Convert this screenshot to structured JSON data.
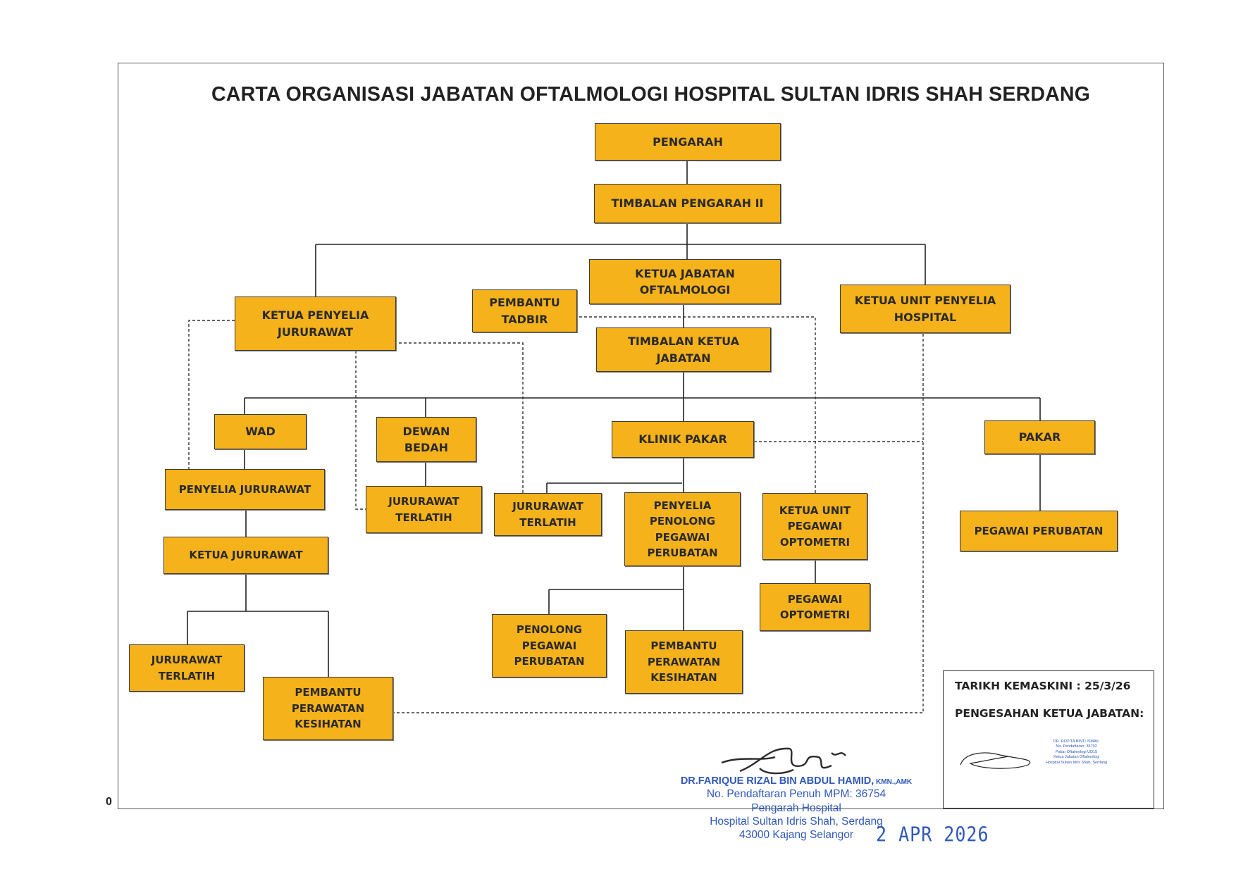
{
  "title": "CARTA ORGANISASI JABATAN OFTALMOLOGI HOSPITAL SULTAN IDRIS SHAH SERDANG",
  "nodes": {
    "pengarah": "PENGARAH",
    "timbalan_pengarah": "TIMBALAN PENGARAH II",
    "ketua_jabatan": "KETUA JABATAN\nOFTALMOLOGI",
    "ketua_penyelia_jururawat": "KETUA PENYELIA\nJURURAWAT",
    "pembantu_tadbir": "PEMBANTU\nTADBIR",
    "ketua_unit_penyelia_hospital": "KETUA UNIT PENYELIA\nHOSPITAL",
    "timbalan_ketua_jabatan": "TIMBALAN KETUA\nJABATAN",
    "wad": "WAD",
    "dewan_bedah": "DEWAN\nBEDAH",
    "klinik_pakar": "KLINIK PAKAR",
    "pakar": "PAKAR",
    "penyelia_jururawat": "PENYELIA JURURAWAT",
    "jururawat_terlatih_db": "JURURAWAT\nTERLATIH",
    "jururawat_terlatih_kp": "JURURAWAT\nTERLATIH",
    "penyelia_penolong_pegawai_perubatan": "PENYELIA\nPENOLONG\nPEGAWAI\nPERUBATAN",
    "ketua_unit_pegawai_optometri": "KETUA UNIT\nPEGAWAI\nOPTOMETRI",
    "pegawai_perubatan": "PEGAWAI PERUBATAN",
    "ketua_jururawat": "KETUA JURURAWAT",
    "pegawai_optometri": "PEGAWAI\nOPTOMETRI",
    "jururawat_terlatih_wad": "JURURAWAT\nTERLATIH",
    "penolong_pegawai_perubatan": "PENOLONG\nPEGAWAI\nPERUBATAN",
    "pembantu_perawatan_kp": "PEMBANTU\nPERAWATAN\nKESIHATAN",
    "pembantu_perawatan_wad": "PEMBANTU\nPERAWATAN\nKESIHATAN"
  },
  "info": {
    "updated": "TARIKH KEMASKINI : 25/3/26",
    "approval": "PENGESAHAN KETUA JABATAN:",
    "hod_stamp": "DR. ROZITA BINTI ISMAIL\nNo. Pendaftaran: 35702\nPakar Oftalmologi UD15\nKetua Jabatan Oftalmologi\nHospital Sultan Idris Shah, Serdang"
  },
  "director_stamp": {
    "name": "DR.FARIQUE RIZAL BIN ABDUL HAMID,",
    "post_nominal": " KMN.,AMK",
    "mmc": "No. Pendaftaran Penuh MPM: 36754",
    "position": "Pengarah Hospital",
    "hospital": "Hospital Sultan Idris Shah, Serdang",
    "address": "43000 Kajang Selangor"
  },
  "date_stamp": "2 APR 2026",
  "page_mark": "0"
}
